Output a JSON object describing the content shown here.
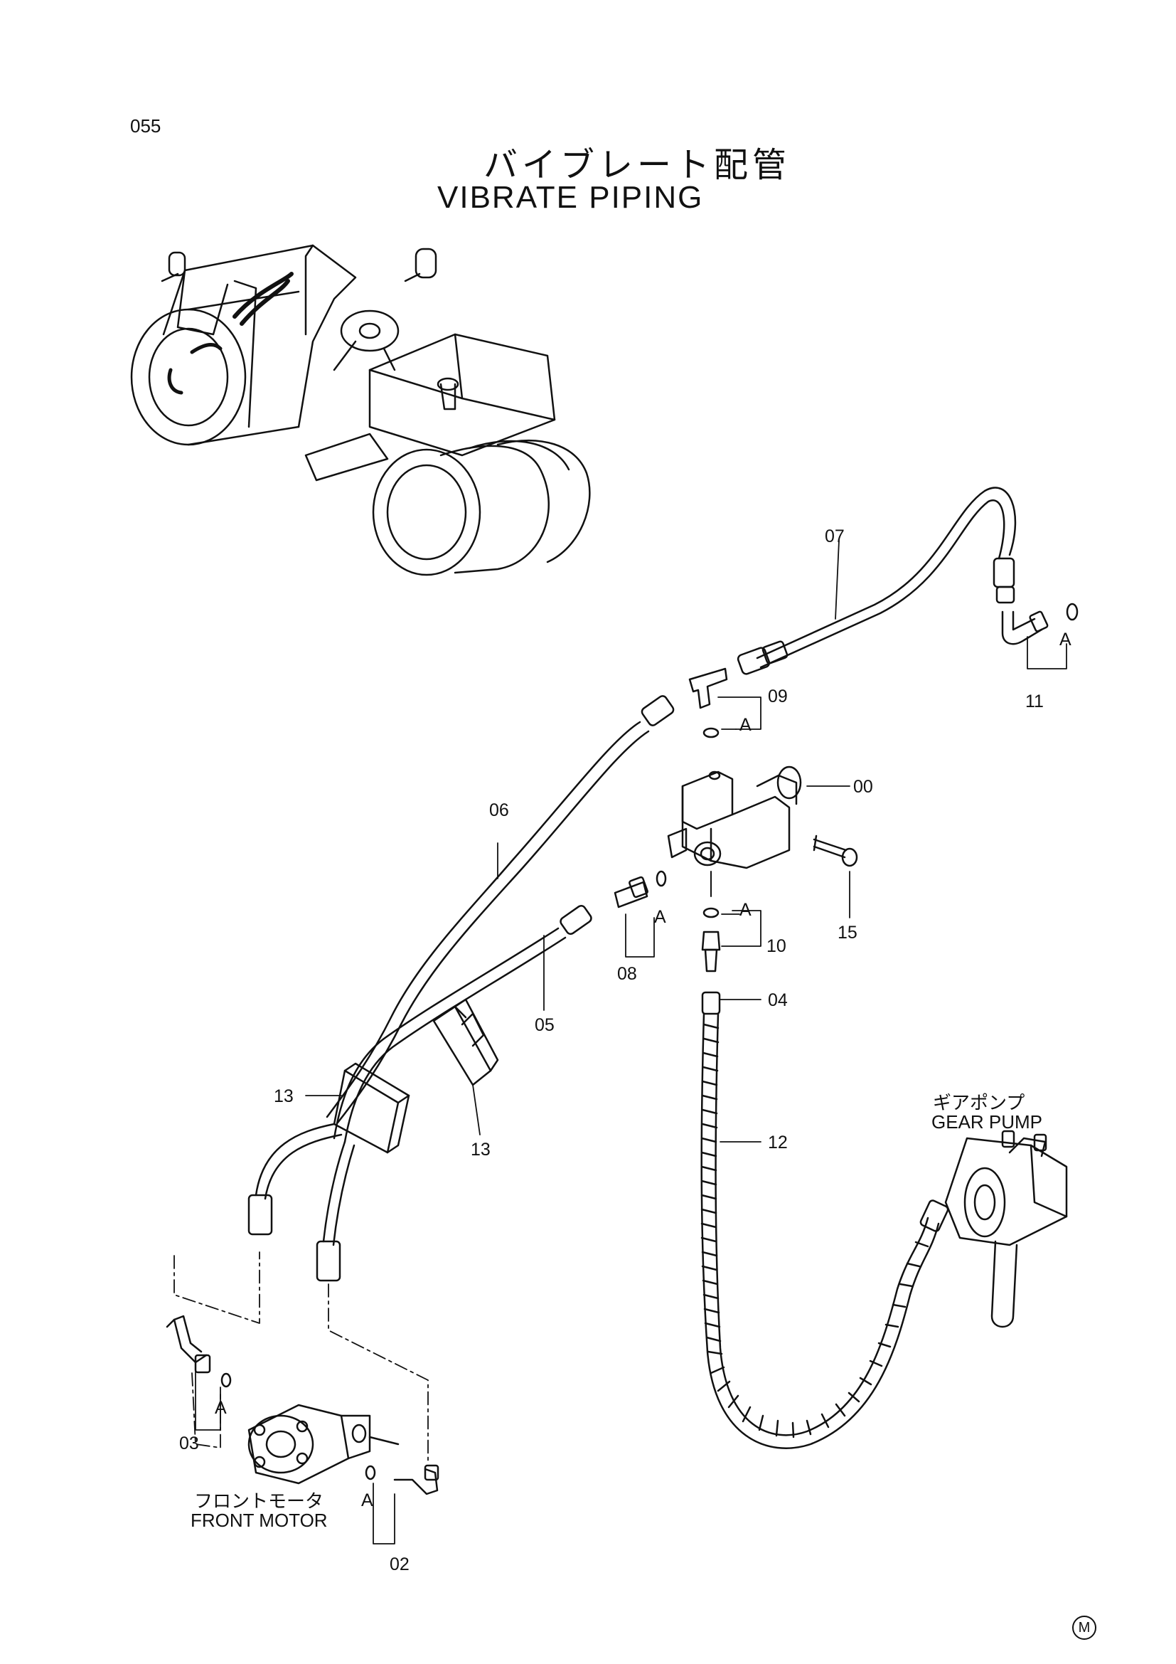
{
  "page": {
    "number": "055",
    "title_jp": "バイブレート配管",
    "title_en": "VIBRATE PIPING",
    "mark": "M"
  },
  "components": {
    "gear_pump_jp": "ギアポンプ",
    "gear_pump_en": "GEAR PUMP",
    "front_motor_jp": "フロントモータ",
    "front_motor_en": "FRONT MOTOR"
  },
  "callouts": {
    "p00": "00",
    "p02": "02",
    "p03": "03",
    "p04": "04",
    "p05": "05",
    "p06": "06",
    "p07": "07",
    "p08": "08",
    "p09": "09",
    "p10": "10",
    "p11": "11",
    "p12": "12",
    "p13a": "13",
    "p13b": "13",
    "p15": "15",
    "a_11": "A",
    "a_09": "A",
    "a_08": "A",
    "a_10": "A",
    "a_03": "A",
    "a_02": "A"
  }
}
